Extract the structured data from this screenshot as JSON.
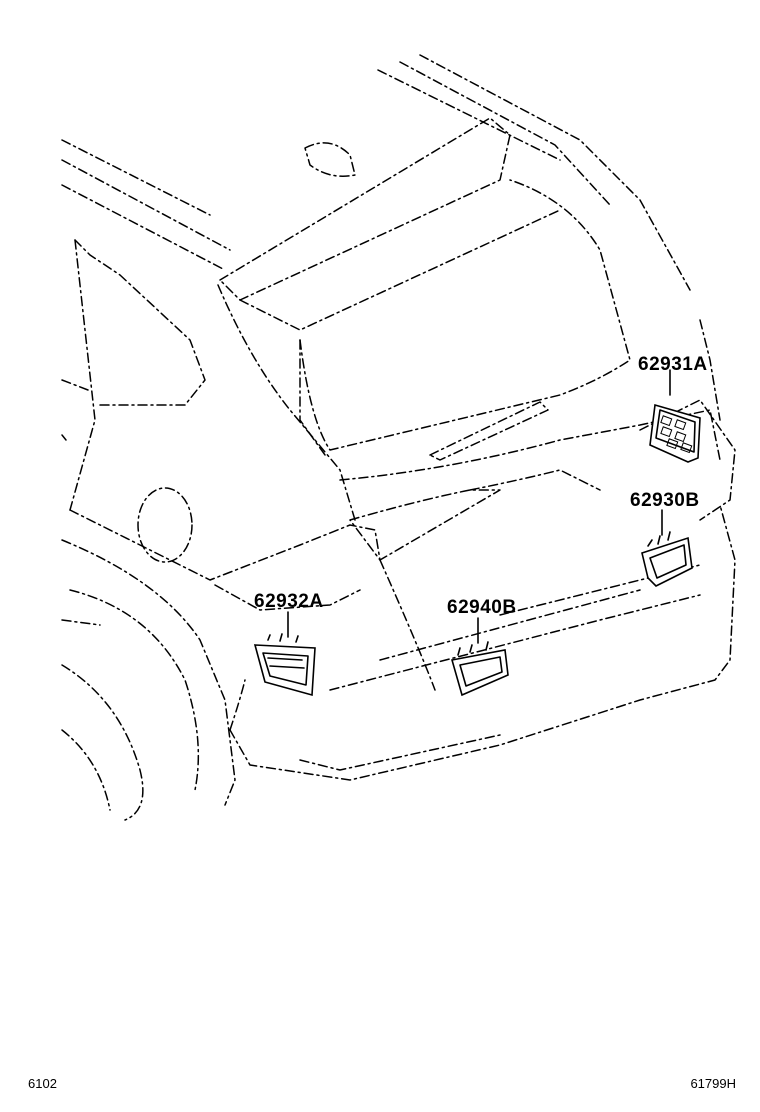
{
  "parts": [
    {
      "id": "p1",
      "label": "62931A"
    },
    {
      "id": "p2",
      "label": "62930B"
    },
    {
      "id": "p3",
      "label": "62932A"
    },
    {
      "id": "p4",
      "label": "62940B"
    }
  ],
  "footer": {
    "left_code": "6102",
    "right_code": "61799H"
  }
}
